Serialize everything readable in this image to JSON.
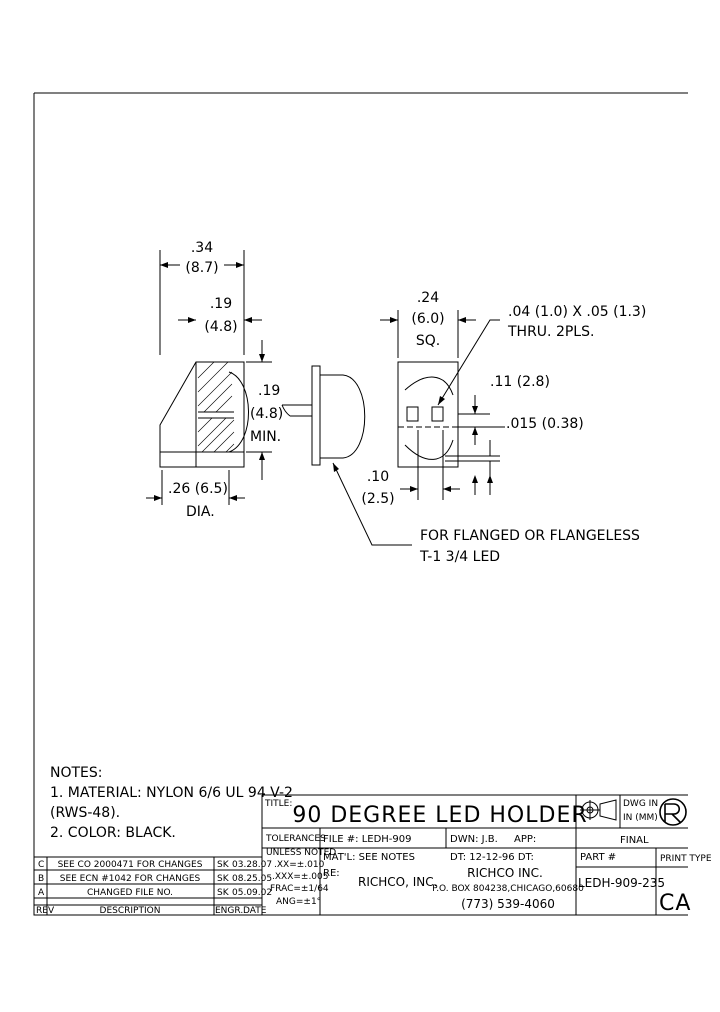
{
  "dims": {
    "d1_in": ".34",
    "d1_mm": "(8.7)",
    "d2_in": ".19",
    "d2_mm": "(4.8)",
    "d3_in": ".19",
    "d3_mm": "(4.8)",
    "d3_note": "MIN.",
    "d4": ".26 (6.5)",
    "d4_note": "DIA.",
    "d5_in": ".24",
    "d5_mm": "(6.0)",
    "d5_note": "SQ.",
    "d6_line1": ".04 (1.0) X .05 (1.3)",
    "d6_line2": "THRU. 2PLS.",
    "d7": ".11 (2.8)",
    "d8": ".015 (0.38)",
    "d9_in": ".10",
    "d9_mm": "(2.5)",
    "callout_line1": "FOR FLANGED OR FLANGELESS",
    "callout_line2": "T-1 3/4 LED"
  },
  "notes": {
    "title": "NOTES:",
    "line1": "1. MATERIAL: NYLON 6/6 UL 94 V-2",
    "line2": "(RWS-48).",
    "line3": "2. COLOR: BLACK."
  },
  "revisions": [
    {
      "rev": "C",
      "desc": "SEE CO 2000471 FOR CHANGES",
      "engr": "SK",
      "date": "03.28.07"
    },
    {
      "rev": "B",
      "desc": "SEE ECN #1042 FOR CHANGES",
      "engr": "SK",
      "date": "08.25.05"
    },
    {
      "rev": "A",
      "desc": "CHANGED FILE NO.",
      "engr": "SK",
      "date": "05.09.02"
    }
  ],
  "rev_header": {
    "rev": "REV",
    "desc": "DESCRIPTION",
    "engr": "ENGR.",
    "date": "DATE"
  },
  "titleblock": {
    "title_label": "TITLE:",
    "title": "90 DEGREE LED HOLDER",
    "dwg_in": "DWG IN",
    "in_mm": "IN (MM)",
    "final": "FINAL",
    "tolerances": "TOLERANCES",
    "unless_noted": "UNLESS NOTED",
    "tol1": ".XX=±.010",
    "tol2": ".XXX=±.005",
    "tol3": "FRAC=±1/64",
    "tol4": "ANG=±1°",
    "file": "FILE #: LEDH-909",
    "matl": "MAT'L: SEE NOTES",
    "re": "RE:",
    "company_left": "RICHCO, INC.",
    "dwn": "DWN: J.B.",
    "app": "APP:",
    "date": "DT: 12-12-96 DT:",
    "company": "RICHCO INC.",
    "address": "P.O. BOX 804238,CHICAGO,60680",
    "phone": "(773) 539-4060",
    "part_label": "PART #",
    "part": "LEDH-909-235",
    "print_type": "PRINT TYPE",
    "ca": "CA"
  }
}
